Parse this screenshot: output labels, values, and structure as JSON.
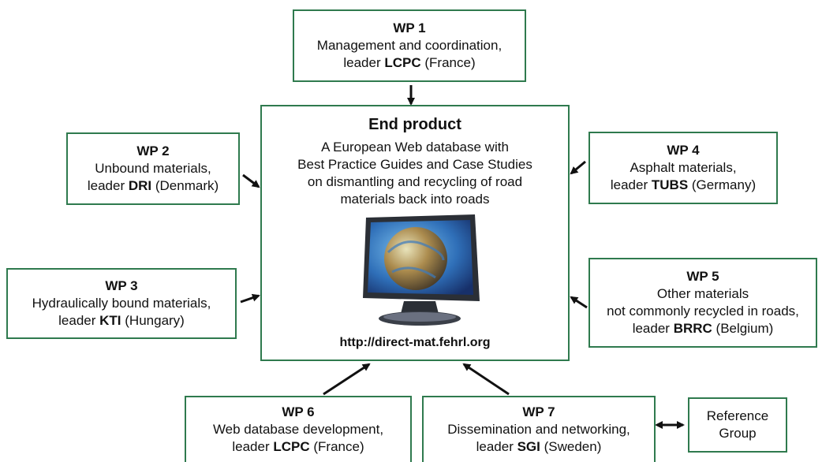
{
  "colors": {
    "border": "#2f7a4e",
    "arrow": "#111111"
  },
  "central": {
    "title": "End product",
    "lines": [
      "A European Web database with",
      "Best Practice Guides and Case Studies",
      "on dismantling and recycling of road",
      "materials back into roads"
    ],
    "url": "http://direct-mat.fehrl.org",
    "image_icon": "monitor-globe-icon"
  },
  "wp1": {
    "title": "WP 1",
    "lines": [
      "Management and coordination,"
    ],
    "leader_prefix": "leader",
    "leader_name": "LCPC",
    "leader_country": "(France)"
  },
  "wp2": {
    "title": "WP 2",
    "lines": [
      "Unbound materials,"
    ],
    "leader_prefix": "leader",
    "leader_name": "DRI",
    "leader_country": "(Denmark)"
  },
  "wp3": {
    "title": "WP 3",
    "lines": [
      "Hydraulically bound materials,"
    ],
    "leader_prefix": "leader",
    "leader_name": "KTI",
    "leader_country": "(Hungary)"
  },
  "wp4": {
    "title": "WP 4",
    "lines": [
      "Asphalt materials,"
    ],
    "leader_prefix": "leader",
    "leader_name": "TUBS",
    "leader_country": "(Germany)"
  },
  "wp5": {
    "title": "WP 5",
    "lines": [
      "Other materials",
      "not commonly recycled in roads,"
    ],
    "leader_prefix": "leader",
    "leader_name": "BRRC",
    "leader_country": "(Belgium)"
  },
  "wp6": {
    "title": "WP 6",
    "lines": [
      "Web database development,"
    ],
    "leader_prefix": "leader",
    "leader_name": "LCPC",
    "leader_country": "(France)"
  },
  "wp7": {
    "title": "WP 7",
    "lines": [
      "Dissemination and networking,"
    ],
    "leader_prefix": "leader",
    "leader_name": "SGI",
    "leader_country": "(Sweden)"
  },
  "reference": {
    "lines": [
      "Reference",
      "Group"
    ]
  }
}
